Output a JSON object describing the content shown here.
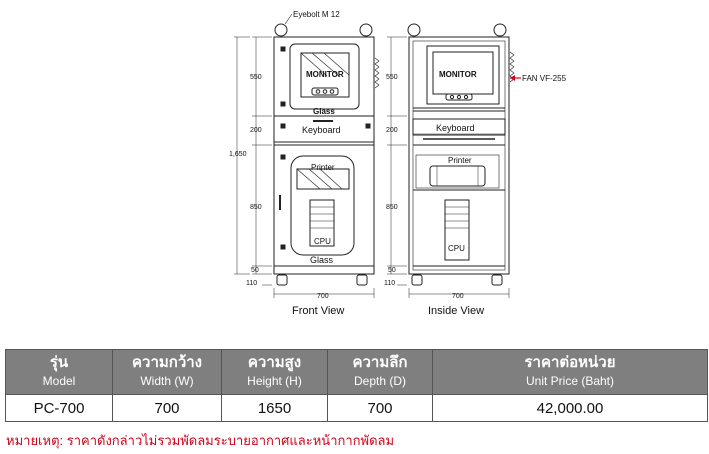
{
  "front_view": {
    "callout_eyebolt": "Eyebolt M 12",
    "monitor_label": "MONITOR",
    "glass_top_label": "Glass",
    "keyboard_label": "Keyboard",
    "printer_label": "Printer",
    "cpu_label": "CPU",
    "glass_bottom_label": "Glass",
    "dim_550": "550",
    "dim_200": "200",
    "dim_850": "850",
    "dim_50": "50",
    "dim_110": "110",
    "dim_total": "1,650",
    "dim_width": "700",
    "caption": "Front View"
  },
  "inside_view": {
    "monitor_label": "MONITOR",
    "keyboard_label": "Keyboard",
    "printer_label": "Printer",
    "cpu_label": "CPU",
    "fan_callout": "FAN VF-255",
    "dim_550": "550",
    "dim_200": "200",
    "dim_850": "850",
    "dim_50": "50",
    "dim_110": "110",
    "dim_width": "700",
    "caption": "Inside View"
  },
  "spec_table": {
    "headers": [
      {
        "th": "รุ่น",
        "en": "Model"
      },
      {
        "th": "ความกว้าง",
        "en": "Width (W)"
      },
      {
        "th": "ความสูง",
        "en": "Height (H)"
      },
      {
        "th": "ความลึก",
        "en": "Depth (D)"
      },
      {
        "th": "ราคาต่อหน่วย",
        "en": "Unit Price (Baht)"
      }
    ],
    "row": [
      "PC-700",
      "700",
      "1650",
      "700",
      "42,000.00"
    ]
  },
  "note": "หมายเหตุ: ราคาดังกล่าวไม่รวมพัดลมระบายอากาศและหน้ากากพัดลม",
  "colors": {
    "header_bg": "#7f7f7f",
    "note_text": "#d0021b",
    "fan_arrow": "#d0021b"
  }
}
